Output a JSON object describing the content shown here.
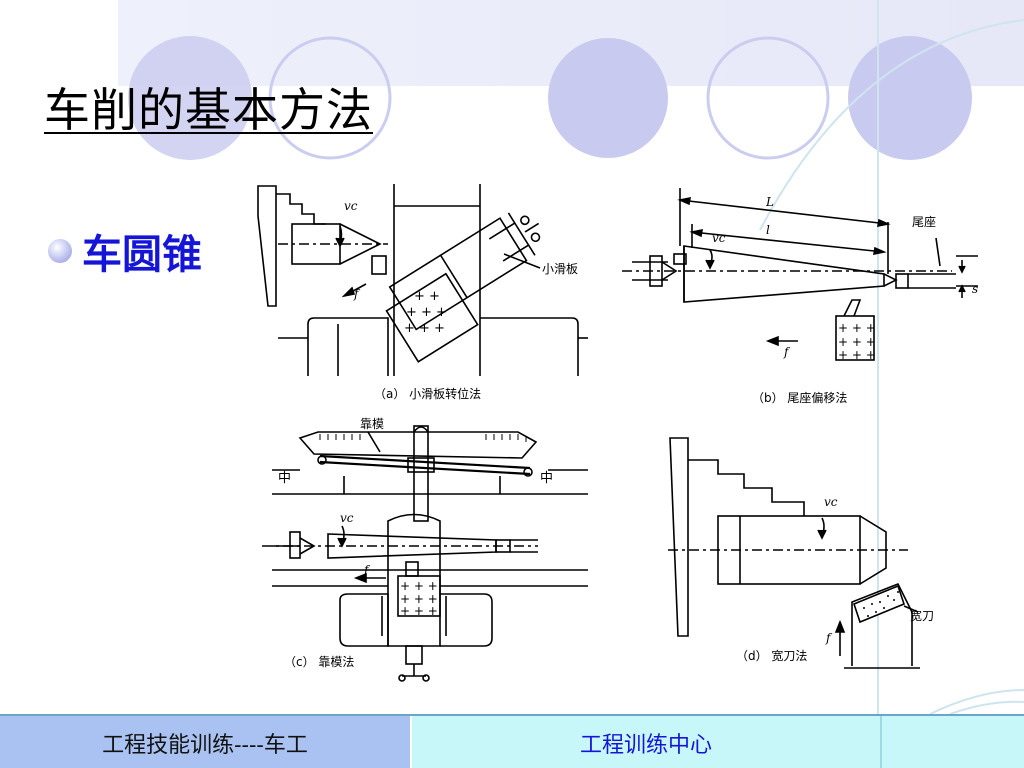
{
  "slide": {
    "title": "车削的基本方法",
    "bullet": "车圆锥"
  },
  "figure": {
    "a": {
      "caption": "（a） 小滑板转位法",
      "label_slide": "小滑板",
      "vc": "vc",
      "f": "f"
    },
    "b": {
      "caption": "（b） 尾座偏移法",
      "label_tailstock": "尾座",
      "L": "L",
      "l": "l",
      "vc": "vc",
      "f": "f",
      "s": "s"
    },
    "c": {
      "caption": "（c） 靠模法",
      "label_template": "靠模",
      "vc": "vc",
      "f": "f"
    },
    "d": {
      "caption": "（d） 宽刀法",
      "label_tool": "宽刀",
      "vc": "vc",
      "f": "f"
    }
  },
  "footer": {
    "left": "工程技能训练----车工",
    "right": "工程训练中心"
  },
  "colors": {
    "title_text": "#000000",
    "bullet_text": "#1515d8",
    "footer_left_bg": "#a9c2f2",
    "footer_right_bg": "#c8f7fa",
    "deco_circle": "#c8cbef"
  }
}
